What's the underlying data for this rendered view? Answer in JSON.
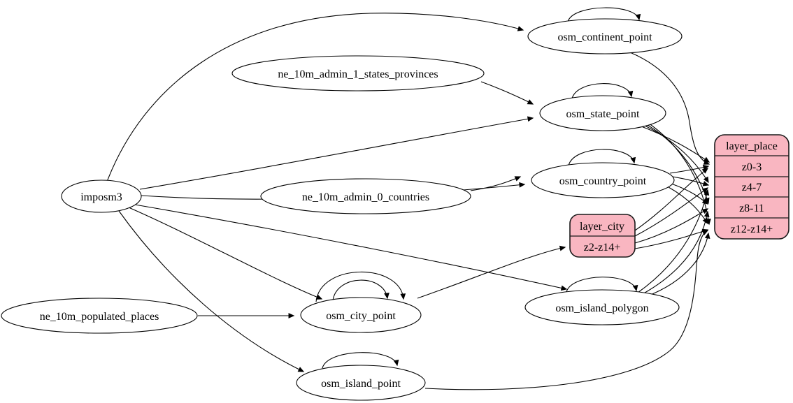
{
  "diagram": {
    "type": "graphviz-etl-digraph",
    "background_color": "#ffffff",
    "edge_color": "#000000",
    "node_fill": "#ffffff",
    "record_fill": "#F9B6C1",
    "nodes": {
      "imposm3": {
        "label": "imposm3",
        "shape": "ellipse"
      },
      "ne_10m_admin_1_states_provinces": {
        "label": "ne_10m_admin_1_states_provinces",
        "shape": "ellipse"
      },
      "ne_10m_admin_0_countries": {
        "label": "ne_10m_admin_0_countries",
        "shape": "ellipse"
      },
      "ne_10m_populated_places": {
        "label": "ne_10m_populated_places",
        "shape": "ellipse"
      },
      "osm_continent_point": {
        "label": "osm_continent_point",
        "shape": "ellipse"
      },
      "osm_state_point": {
        "label": "osm_state_point",
        "shape": "ellipse"
      },
      "osm_country_point": {
        "label": "osm_country_point",
        "shape": "ellipse"
      },
      "osm_city_point": {
        "label": "osm_city_point",
        "shape": "ellipse"
      },
      "osm_island_polygon": {
        "label": "osm_island_polygon",
        "shape": "ellipse"
      },
      "osm_island_point": {
        "label": "osm_island_point",
        "shape": "ellipse"
      }
    },
    "records": {
      "layer_city": {
        "title": "layer_city",
        "rows": [
          "z2-z14+"
        ]
      },
      "layer_place": {
        "title": "layer_place",
        "rows": [
          "z0-3",
          "z4-7",
          "z8-11",
          "z12-z14+"
        ]
      }
    },
    "edges": [
      {
        "from": "imposm3",
        "to": "osm_continent_point"
      },
      {
        "from": "imposm3",
        "to": "osm_state_point"
      },
      {
        "from": "imposm3",
        "to": "osm_country_point"
      },
      {
        "from": "imposm3",
        "to": "osm_city_point"
      },
      {
        "from": "imposm3",
        "to": "osm_island_polygon"
      },
      {
        "from": "imposm3",
        "to": "osm_island_point"
      },
      {
        "from": "ne_10m_admin_1_states_provinces",
        "to": "osm_state_point"
      },
      {
        "from": "ne_10m_admin_0_countries",
        "to": "osm_country_point"
      },
      {
        "from": "ne_10m_populated_places",
        "to": "osm_city_point"
      },
      {
        "from": "osm_continent_point",
        "to": "osm_continent_point",
        "self_loop": true
      },
      {
        "from": "osm_state_point",
        "to": "osm_state_point",
        "self_loop": true
      },
      {
        "from": "osm_country_point",
        "to": "osm_country_point",
        "self_loop": true
      },
      {
        "from": "osm_city_point",
        "to": "osm_city_point",
        "self_loop": true
      },
      {
        "from": "osm_city_point",
        "to": "osm_city_point",
        "self_loop": true
      },
      {
        "from": "osm_island_polygon",
        "to": "osm_island_polygon",
        "self_loop": true
      },
      {
        "from": "osm_island_point",
        "to": "osm_island_point",
        "self_loop": true
      },
      {
        "from": "osm_city_point",
        "to": "layer_city:z2-z14+"
      },
      {
        "from": "osm_continent_point",
        "to": "layer_place:z0-3"
      },
      {
        "from": "osm_state_point",
        "to": "layer_place:z0-3"
      },
      {
        "from": "osm_state_point",
        "to": "layer_place:z4-7"
      },
      {
        "from": "osm_state_point",
        "to": "layer_place:z8-11"
      },
      {
        "from": "osm_state_point",
        "to": "layer_place:z12-z14+"
      },
      {
        "from": "osm_country_point",
        "to": "layer_place:z0-3"
      },
      {
        "from": "osm_country_point",
        "to": "layer_place:z4-7"
      },
      {
        "from": "osm_country_point",
        "to": "layer_place:z8-11"
      },
      {
        "from": "osm_country_point",
        "to": "layer_place:z12-z14+"
      },
      {
        "from": "osm_island_polygon",
        "to": "layer_place:z4-7"
      },
      {
        "from": "osm_island_polygon",
        "to": "layer_place:z8-11"
      },
      {
        "from": "osm_island_polygon",
        "to": "layer_place:z12-z14+"
      },
      {
        "from": "osm_island_point",
        "to": "layer_place:z12-z14+"
      },
      {
        "from": "layer_city:z2-z14+",
        "to": "layer_place:z0-3"
      },
      {
        "from": "layer_city:z2-z14+",
        "to": "layer_place:z4-7"
      },
      {
        "from": "layer_city:z2-z14+",
        "to": "layer_place:z8-11"
      },
      {
        "from": "layer_city:z2-z14+",
        "to": "layer_place:z12-z14+"
      }
    ]
  }
}
